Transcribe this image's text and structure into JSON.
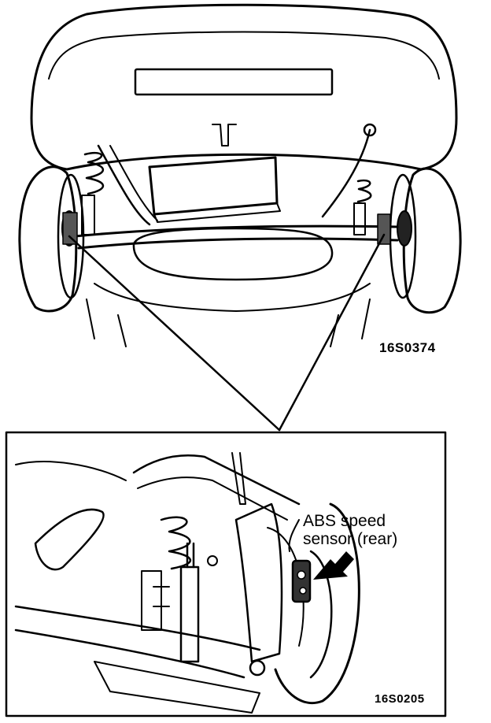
{
  "figures": [
    {
      "id": "overview",
      "code": "16S0374",
      "icon": "car-underside-rear-view-illustration"
    },
    {
      "id": "detail",
      "code": "16S0205",
      "icon": "rear-wheel-hub-sensor-detail-illustration",
      "callout": {
        "line1": "ABS speed",
        "line2": "sensor (rear)",
        "icon": "arrow-pointer-icon"
      }
    }
  ]
}
